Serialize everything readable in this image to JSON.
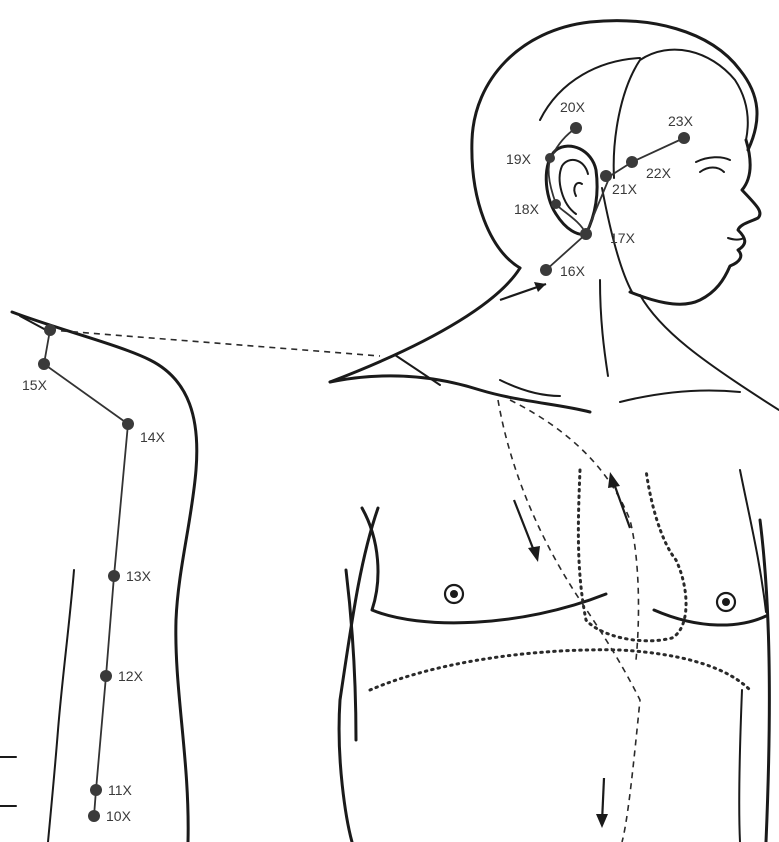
{
  "points": [
    {
      "id": "p10",
      "label": "10X"
    },
    {
      "id": "p11",
      "label": "11X"
    },
    {
      "id": "p12",
      "label": "12X"
    },
    {
      "id": "p13",
      "label": "13X"
    },
    {
      "id": "p14",
      "label": "14X"
    },
    {
      "id": "p15",
      "label": "15X"
    },
    {
      "id": "p16",
      "label": "16X"
    },
    {
      "id": "p17",
      "label": "17X"
    },
    {
      "id": "p18",
      "label": "18X"
    },
    {
      "id": "p19",
      "label": "19X"
    },
    {
      "id": "p20",
      "label": "20X"
    },
    {
      "id": "p21",
      "label": "21X"
    },
    {
      "id": "p22",
      "label": "22X"
    },
    {
      "id": "p23",
      "label": "23X"
    }
  ]
}
